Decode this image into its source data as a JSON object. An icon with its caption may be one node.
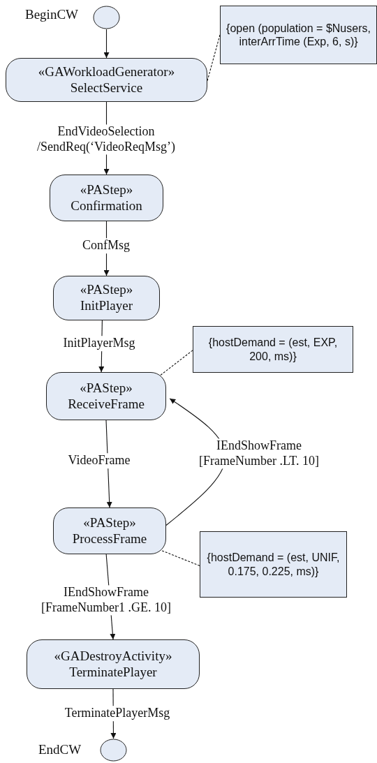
{
  "diagram": {
    "nodes": [
      {
        "text": [],
        "shape": "circle",
        "beside": [
          "BeginCW"
        ]
      },
      {
        "text": [
          "«GAWorkloadGenerator»",
          "SelectService"
        ]
      },
      {
        "text": [
          "{open (population = $Nusers, interArrTime (Exp, 6, s)}"
        ]
      },
      {
        "text": [
          "«PAStep»",
          "Confirmation"
        ]
      },
      {
        "text": [
          "«PAStep»",
          "InitPlayer"
        ]
      },
      {
        "text": [
          "{hostDemand = (est, EXP, 200, ms)}"
        ]
      },
      {
        "text": [
          "«PAStep»",
          "ReceiveFrame"
        ]
      },
      {
        "text": [
          "«PAStep»",
          "ProcessFrame"
        ]
      },
      {
        "text": [
          "{hostDemand = (est, UNIF, 0.175, 0.225, ms)}"
        ]
      },
      {
        "text": [
          "«GADestroyActivity»",
          "TerminatePlayer"
        ]
      },
      {
        "text": [],
        "shape": "circle",
        "beside": [
          "EndCW"
        ]
      }
    ],
    "edges": [
      {
        "from": 0,
        "to": 1,
        "arrow": "to"
      },
      {
        "from": 1,
        "to": 3,
        "arrow": "to",
        "label": "EndVideoSelection /SendReq(‘VideoReqMsg’)"
      },
      {
        "from": 3,
        "to": 4,
        "arrow": "to",
        "label": "ConfMsg"
      },
      {
        "from": 4,
        "to": 6,
        "arrow": "to",
        "label": "InitPlayerMsg"
      },
      {
        "from": 6,
        "to": 7,
        "arrow": "to",
        "label": "VideoFrame"
      },
      {
        "from": 7,
        "to": 6,
        "arrow": "to",
        "label": "IEndShowFrame [FrameNumber .LT. 10]"
      },
      {
        "from": 7,
        "to": 9,
        "arrow": "to",
        "label": "IEndShowFrame [FrameNumber1 .GE. 10]"
      },
      {
        "from": 9,
        "to": 10,
        "arrow": "to",
        "label": "TerminatePlayerMsg"
      },
      {
        "from": 2,
        "to": 1,
        "arrow": "none",
        "style": "dashed"
      },
      {
        "from": 5,
        "to": 6,
        "arrow": "none",
        "style": "dashed"
      },
      {
        "from": 8,
        "to": 7,
        "arrow": "none",
        "style": "dashed"
      }
    ]
  }
}
